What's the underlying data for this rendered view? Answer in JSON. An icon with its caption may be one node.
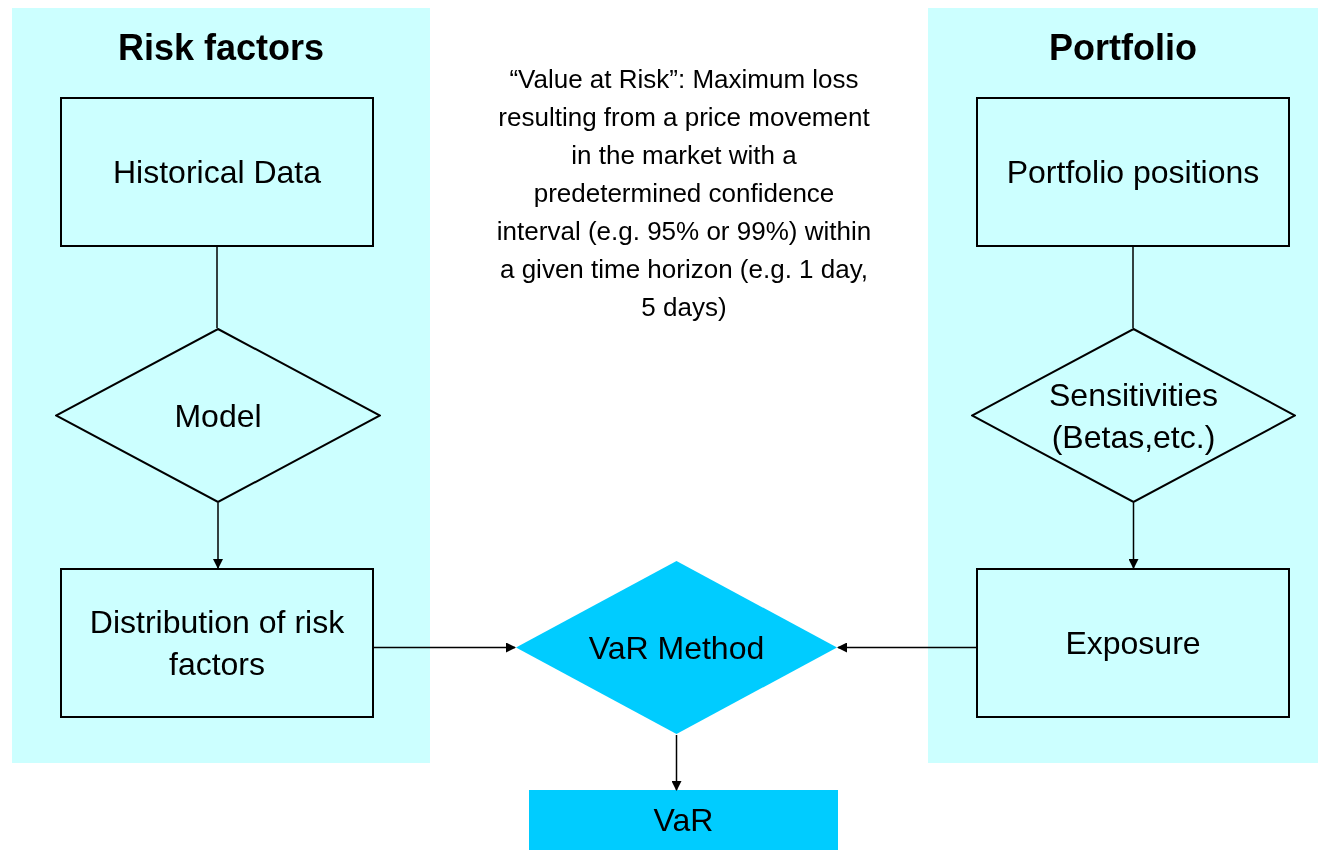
{
  "diagram": {
    "nodes": [
      {
        "text": [
          "Risk factors"
        ]
      },
      {
        "text": [
          "Historical Data"
        ],
        "in": 0
      },
      {
        "text": [
          "Model"
        ],
        "in": 0
      },
      {
        "text": [
          "Distribution of risk factors"
        ],
        "in": 0
      },
      {
        "text": [
          "Portfolio"
        ]
      },
      {
        "text": [
          "Portfolio positions"
        ],
        "in": 4
      },
      {
        "text": [
          "Sensitivities (Betas,etc.)"
        ],
        "in": 4
      },
      {
        "text": [
          "Exposure"
        ],
        "in": 4
      },
      {
        "text": [
          "VaR Method"
        ]
      },
      {
        "text": [
          "VaR"
        ]
      }
    ],
    "edges": [
      {
        "from": 1,
        "to": 2,
        "arrow": "none"
      },
      {
        "from": 2,
        "to": 3,
        "arrow": "to"
      },
      {
        "from": 5,
        "to": 6,
        "arrow": "none"
      },
      {
        "from": 6,
        "to": 7,
        "arrow": "to"
      },
      {
        "from": 3,
        "to": 8,
        "arrow": "to"
      },
      {
        "from": 7,
        "to": 8,
        "arrow": "to"
      },
      {
        "from": 8,
        "to": 9,
        "arrow": "to"
      }
    ],
    "labels": [
      "“Value at Risk”: Maximum loss resulting from a price movement in the market with a predetermined confidence interval (e.g. 95% or 99%) within a given time horizon (e.g. 1 day, 5 days)"
    ]
  }
}
